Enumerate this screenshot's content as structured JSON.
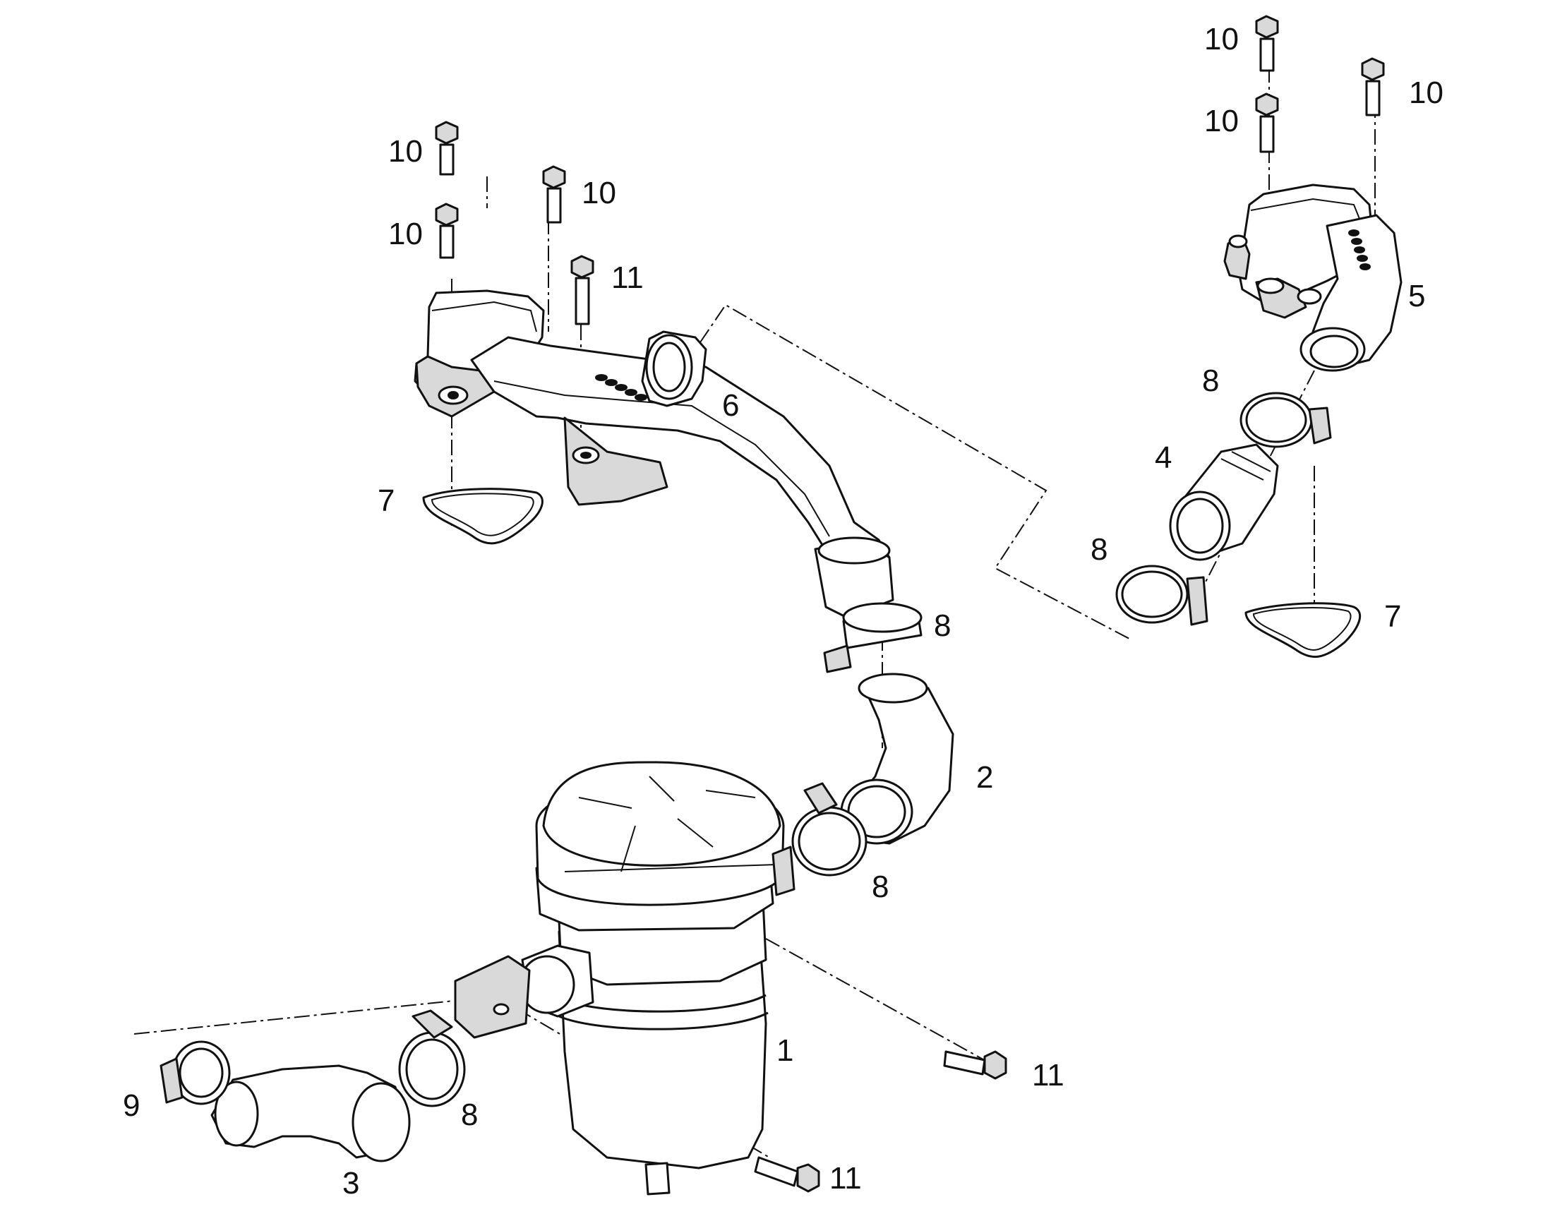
{
  "diagram": {
    "colors": {
      "line": "#111111",
      "fill": "#ffffff",
      "shade": "#d9d9d9"
    },
    "callouts": [
      {
        "id": "c10a",
        "text": "10"
      },
      {
        "id": "c10b",
        "text": "10"
      },
      {
        "id": "c10c",
        "text": "10"
      },
      {
        "id": "c11a",
        "text": "11"
      },
      {
        "id": "c6",
        "text": "6"
      },
      {
        "id": "c7a",
        "text": "7"
      },
      {
        "id": "c10d",
        "text": "10"
      },
      {
        "id": "c10e",
        "text": "10"
      },
      {
        "id": "c10f",
        "text": "10"
      },
      {
        "id": "c5",
        "text": "5"
      },
      {
        "id": "c8a",
        "text": "8"
      },
      {
        "id": "c4",
        "text": "4"
      },
      {
        "id": "c8b",
        "text": "8"
      },
      {
        "id": "c7b",
        "text": "7"
      },
      {
        "id": "c8c",
        "text": "8"
      },
      {
        "id": "c2",
        "text": "2"
      },
      {
        "id": "c8d",
        "text": "8"
      },
      {
        "id": "c1",
        "text": "1"
      },
      {
        "id": "c11b",
        "text": "11"
      },
      {
        "id": "c9",
        "text": "9"
      },
      {
        "id": "c8e",
        "text": "8"
      },
      {
        "id": "c3",
        "text": "3"
      },
      {
        "id": "c11c",
        "text": "11"
      }
    ]
  }
}
